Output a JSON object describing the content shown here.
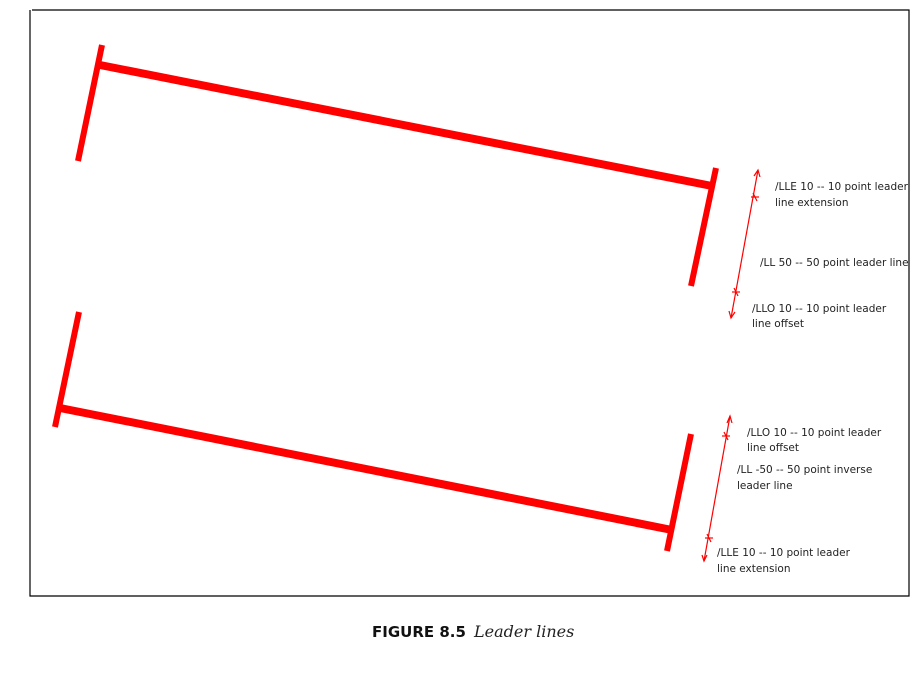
{
  "colors": {
    "line": "#ff0000",
    "frame": "#000000",
    "text": "#222222"
  },
  "annotations": {
    "top": {
      "lle": [
        "/LLE 10 -- 10 point leader",
        "line extension"
      ],
      "ll": [
        "/LL 50 -- 50 point leader line"
      ],
      "llo": [
        "/LLO 10 -- 10 point leader",
        "line offset"
      ]
    },
    "bottom": {
      "llo": [
        "/LLO 10 -- 10 point leader",
        "line offset"
      ],
      "ll": [
        "/LL -50 -- 50 point inverse",
        "leader line"
      ],
      "lle": [
        "/LLE 10 -- 10 point leader",
        "line extension"
      ]
    }
  },
  "caption": {
    "number": "FIGURE 8.5",
    "title": "Leader lines"
  }
}
